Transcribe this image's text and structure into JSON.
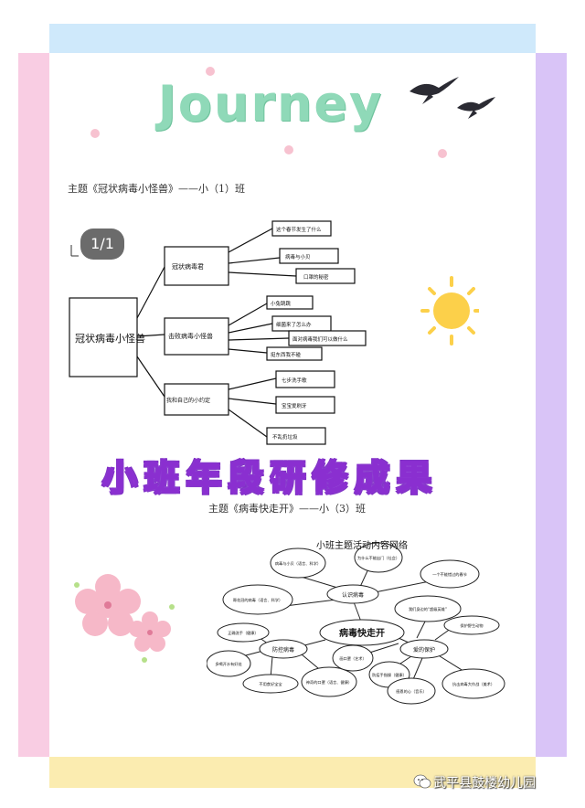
{
  "header": {
    "title": "Journey"
  },
  "captions": {
    "first": "主题《冠状病毒小怪兽》——小（1）班",
    "second": "主题《病毒快走开》——小（3）班"
  },
  "page_indicator": "1/1",
  "banner": "小班年段研修成果",
  "watermark": "武平县鼓楼幼儿园",
  "colors": {
    "band_top": "#cfe9fb",
    "band_left": "#f9cde3",
    "band_right": "#d9c4f7",
    "band_bottom": "#fbecb0",
    "title": "#8fd9b8",
    "banner_stroke": "#8a2fd0"
  },
  "decorations": [
    "swallow-icon",
    "swallow-icon",
    "sun-icon",
    "blossom-icon",
    "blossom-icon",
    "wechat-icon"
  ],
  "diagram_1": {
    "root": "冠状病毒小怪兽",
    "branches": [
      {
        "label": "冠状病毒君",
        "leaves": [
          "这个春节发生了什么",
          "病毒与小贝",
          "口罩的秘密"
        ]
      },
      {
        "label": "击败病毒小怪兽",
        "leaves": [
          "小兔跳跳",
          "细菌来了怎么办",
          "面对病毒我们可以做什么",
          "挺东西我不碰"
        ]
      },
      {
        "label": "我和自己的小约定",
        "leaves": [
          "七步洗手歌",
          "宝宝爱刷牙",
          "不乱扔垃圾"
        ]
      }
    ]
  },
  "diagram_2": {
    "title": "小班主题活动内容网络",
    "center": "病毒快走开",
    "branches": [
      {
        "label": "认识病毒",
        "leaves": [
          "病毒与小贝（语言、科学）",
          "为什么不能出门（社会）",
          "一个不能错过的春节",
          "哥花冠的病毒（语言、科学）"
        ]
      },
      {
        "label": "防控病毒",
        "leaves": [
          "正确洗手（健康）",
          "多喝开水有好处",
          "不用食好宝宝",
          "神奇的口罩（语言、健康）"
        ]
      },
      {
        "label": "爱的保护",
        "leaves": [
          "我们身边的“超级英雄”",
          "保护野生动物",
          "画口罩（艺术）",
          "防疫手指操（健康）",
          "感恩的心（音乐）",
          "抗击病毒大作战（美术）"
        ]
      }
    ]
  }
}
